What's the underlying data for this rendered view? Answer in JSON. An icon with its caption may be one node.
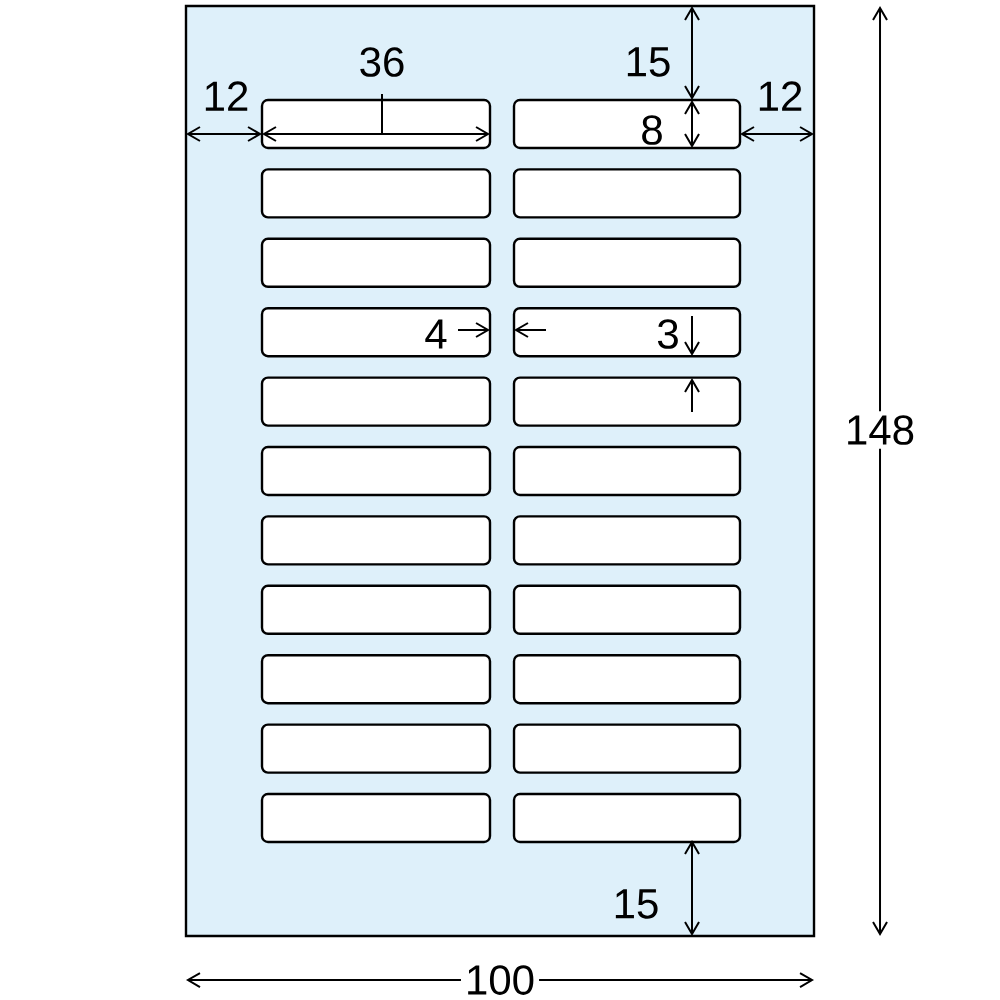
{
  "diagram": {
    "labels": [
      "36",
      "15",
      "12",
      "8",
      "12",
      "4",
      "3",
      "148",
      "15",
      "100"
    ]
  }
}
